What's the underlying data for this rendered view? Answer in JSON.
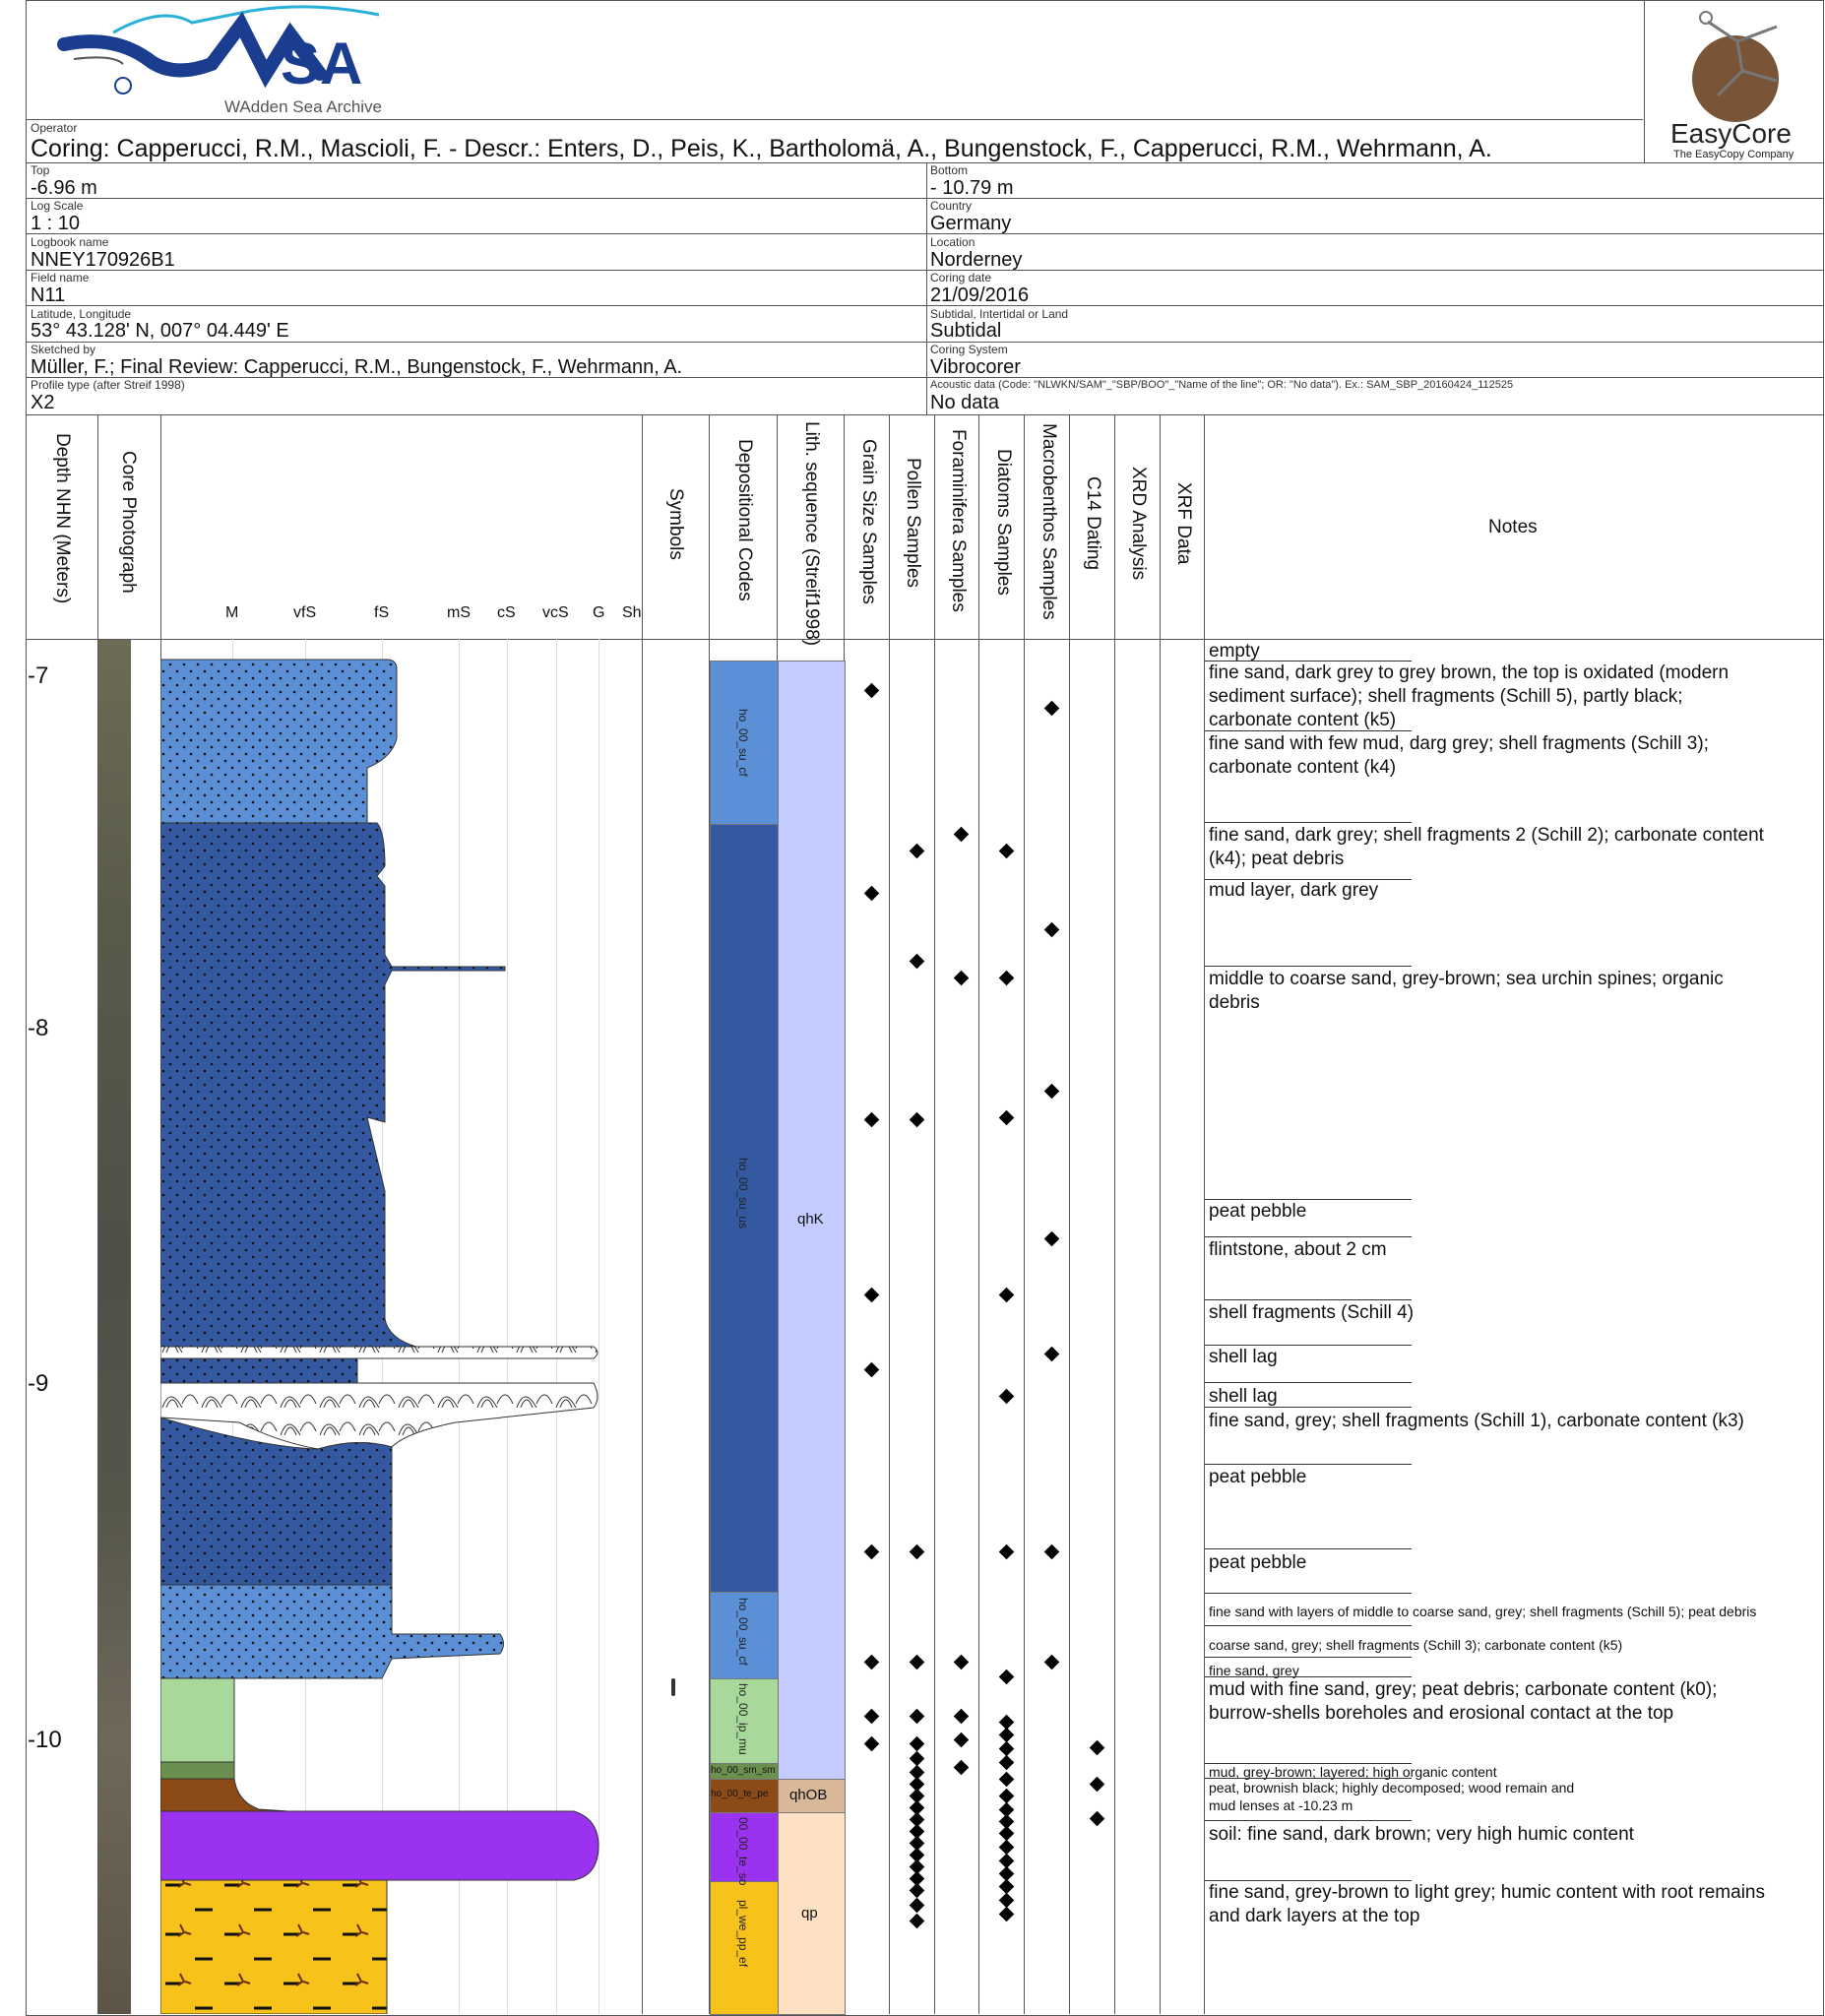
{
  "header": {
    "logo_text": "WAdden Sea Archive",
    "company": "EasyCore",
    "company_tagline": "The EasyCopy Company",
    "operator_label": "Operator",
    "operator": "Coring: Capperucci, R.M., Mascioli, F.  - Descr.: Enters, D., Peis, K., Bartholomä, A., Bungenstock, F., Capperucci, R.M., Wehrmann, A."
  },
  "fields": {
    "top_label": "Top",
    "top": "-6.96 m",
    "bottom_label": "Bottom",
    "bottom": "- 10.79 m",
    "logscale_label": "Log Scale",
    "logscale": "1 : 10",
    "country_label": "Country",
    "country": "Germany",
    "logbook_label": "Logbook name",
    "logbook": "NNEY170926B1",
    "location_label": "Location",
    "location": "Norderney",
    "field_label": "Field name",
    "field": "N11",
    "coringdate_label": "Coring date",
    "coringdate": "21/09/2016",
    "latlon_label": "Latitude, Longitude",
    "latlon": "53° 43.128' N, 007° 04.449' E",
    "subtidal_label": "Subtidal, Intertidal or Land",
    "subtidal": "Subtidal",
    "sketched_label": "Sketched by",
    "sketched": "Müller, F.; Final Review: Capperucci, R.M., Bungenstock, F., Wehrmann, A.",
    "coringsys_label": "Coring System",
    "coringsys": "Vibrocorer",
    "profile_label": "Profile type (after Streif 1998)",
    "profile": "X2",
    "acoustic_label": "Acoustic data (Code: \"NLWKN/SAM\"_\"SBP/BOO\"_\"Name of the line\"; OR: \"No data\"). Ex.: SAM_SBP_20160424_112525",
    "acoustic": "No data"
  },
  "columns": {
    "depth": "Depth NHN (Meters)",
    "photo": "Core Photograph",
    "symbols": "Symbols",
    "depcodes": "Depositional Codes",
    "lith": "Lith. sequence (Streif1998)",
    "grain": "Grain Size Samples",
    "pollen": "Pollen Samples",
    "foram": "Foraminifera Samples",
    "diatoms": "Diatoms Samples",
    "macro": "Macrobenthos Samples",
    "c14": "C14 Dating",
    "xrd": "XRD Analysis",
    "xrf": "XRF Data",
    "notes": "Notes"
  },
  "grain_scale": [
    "M",
    "vfS",
    "fS",
    "mS",
    "cS",
    "vcS",
    "G",
    "Sh"
  ],
  "depth_labels": [
    "-7",
    "-8",
    "-9",
    "-10"
  ],
  "dep_codes": [
    "ho_00_su_cf",
    "ho_00_su_us",
    "ho_00_su_cf",
    "ho_00_ip_mu",
    "ho_00_sm_sm",
    "ho_00_te_pe",
    "00_00_te_so",
    "pl_we_pp_ef"
  ],
  "lith_seq": [
    "qhK",
    "qhOB",
    "qp"
  ],
  "notes": [
    "empty",
    "fine sand, dark grey to grey brown, the top is oxidated (modern",
    "sediment surface); shell fragments (Schill 5), partly black;",
    "carbonate content (k5)",
    "fine sand with few mud, darg grey; shell fragments (Schill 3);",
    "carbonate content (k4)",
    "fine sand, dark grey; shell fragments 2 (Schill 2); carbonate content",
    "(k4); peat debris",
    "mud layer, dark grey",
    "middle to coarse sand, grey-brown; sea urchin spines; organic",
    "debris",
    "peat pebble",
    "flintstone, about 2 cm",
    "shell fragments (Schill 4)",
    "shell lag",
    "shell lag",
    "fine sand, grey; shell fragments (Schill 1), carbonate content (k3)",
    "peat pebble",
    "peat pebble",
    "fine sand with layers of middle to coarse sand, grey; shell fragments (Schill 5); peat debris",
    "coarse sand, grey; shell fragments (Schill 3); carbonate content (k5)",
    "fine sand, grey",
    "mud with fine sand, grey; peat debris; carbonate content (k0);",
    "burrow-shells boreholes and erosional contact at the top",
    "mud, grey-brown; layered; high organic content",
    "peat, brownish black; highly decomposed; wood remain and",
    "mud lenses at -10.23 m",
    "soil: fine sand, dark brown; very high humic content",
    "fine sand, grey-brown to light grey; humic content with root remains",
    "and dark layers at the top"
  ],
  "colors": {
    "fine_sand_light": "#5b8fd6",
    "fine_sand_dark": "#3459a0",
    "mud": "#a9d99a",
    "peat": "#8b4a16",
    "soil": "#9b32f0",
    "pleisto_sand": "#f7c21a",
    "lith_qhK": "#c4ccff",
    "lith_qhOB": "#d9b89a",
    "lith_qp": "#fde1c2"
  }
}
